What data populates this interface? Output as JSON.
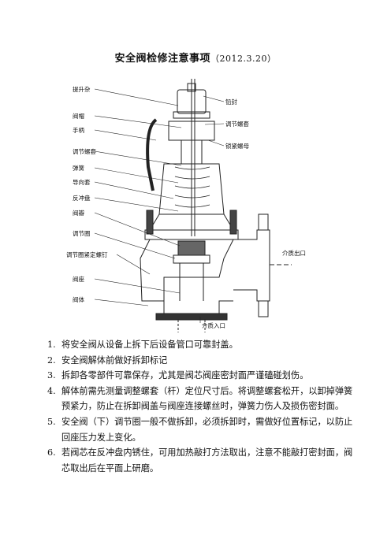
{
  "document": {
    "title": "安全阀检修注意事项",
    "date": "（2012.3.20）"
  },
  "figure": {
    "labels": {
      "lift_handle": "提升杂",
      "valve_cap": "阀帽",
      "handle": "手柄",
      "adjust_screw": "调节螺套",
      "spring": "弹簧",
      "guide_sleeve": "导向套",
      "recoil_disc": "反冲盘",
      "valve_disc": "阀瓣",
      "adjust_ring": "调节圈",
      "ring_fix_screw": "调节圈紧定螺钉",
      "valve_seat": "阀座",
      "valve_body": "阀体",
      "lead_seal": "铅封",
      "adjust_sleeve": "调节螺套",
      "lock_nut": "锁紧螺母",
      "medium_outlet": "介质出口",
      "medium_inlet": "介质入口"
    }
  },
  "notes": [
    {
      "num": "1.",
      "text": "将安全阀从设备上拆下后设备管口可靠封盖。"
    },
    {
      "num": "2.",
      "text": "安全阀解体前做好拆卸标记"
    },
    {
      "num": "3.",
      "text": "拆卸各零部件可靠保存，尤其是阀芯阀座密封面严谨磕碰划伤。"
    },
    {
      "num": "4.",
      "text": "解体前需先测量调整螺套（杆）定位尺寸后。将调整螺套松开，以卸掉弹簧预紧力，防止在拆卸阀盖与阀座连接螺丝时，弹簧力伤人及损伤密封面。"
    },
    {
      "num": "5.",
      "text": "安全阀（下）调节圈一般不做拆卸，必须拆卸时，需做好位置标记，以防止回座压力发上变化。"
    },
    {
      "num": "6.",
      "text": "若阀芯在反冲盘内锈住，可用加热敲打方法取出，注意不能敲打密封面，阀芯取出后在平面上研磨。"
    }
  ]
}
